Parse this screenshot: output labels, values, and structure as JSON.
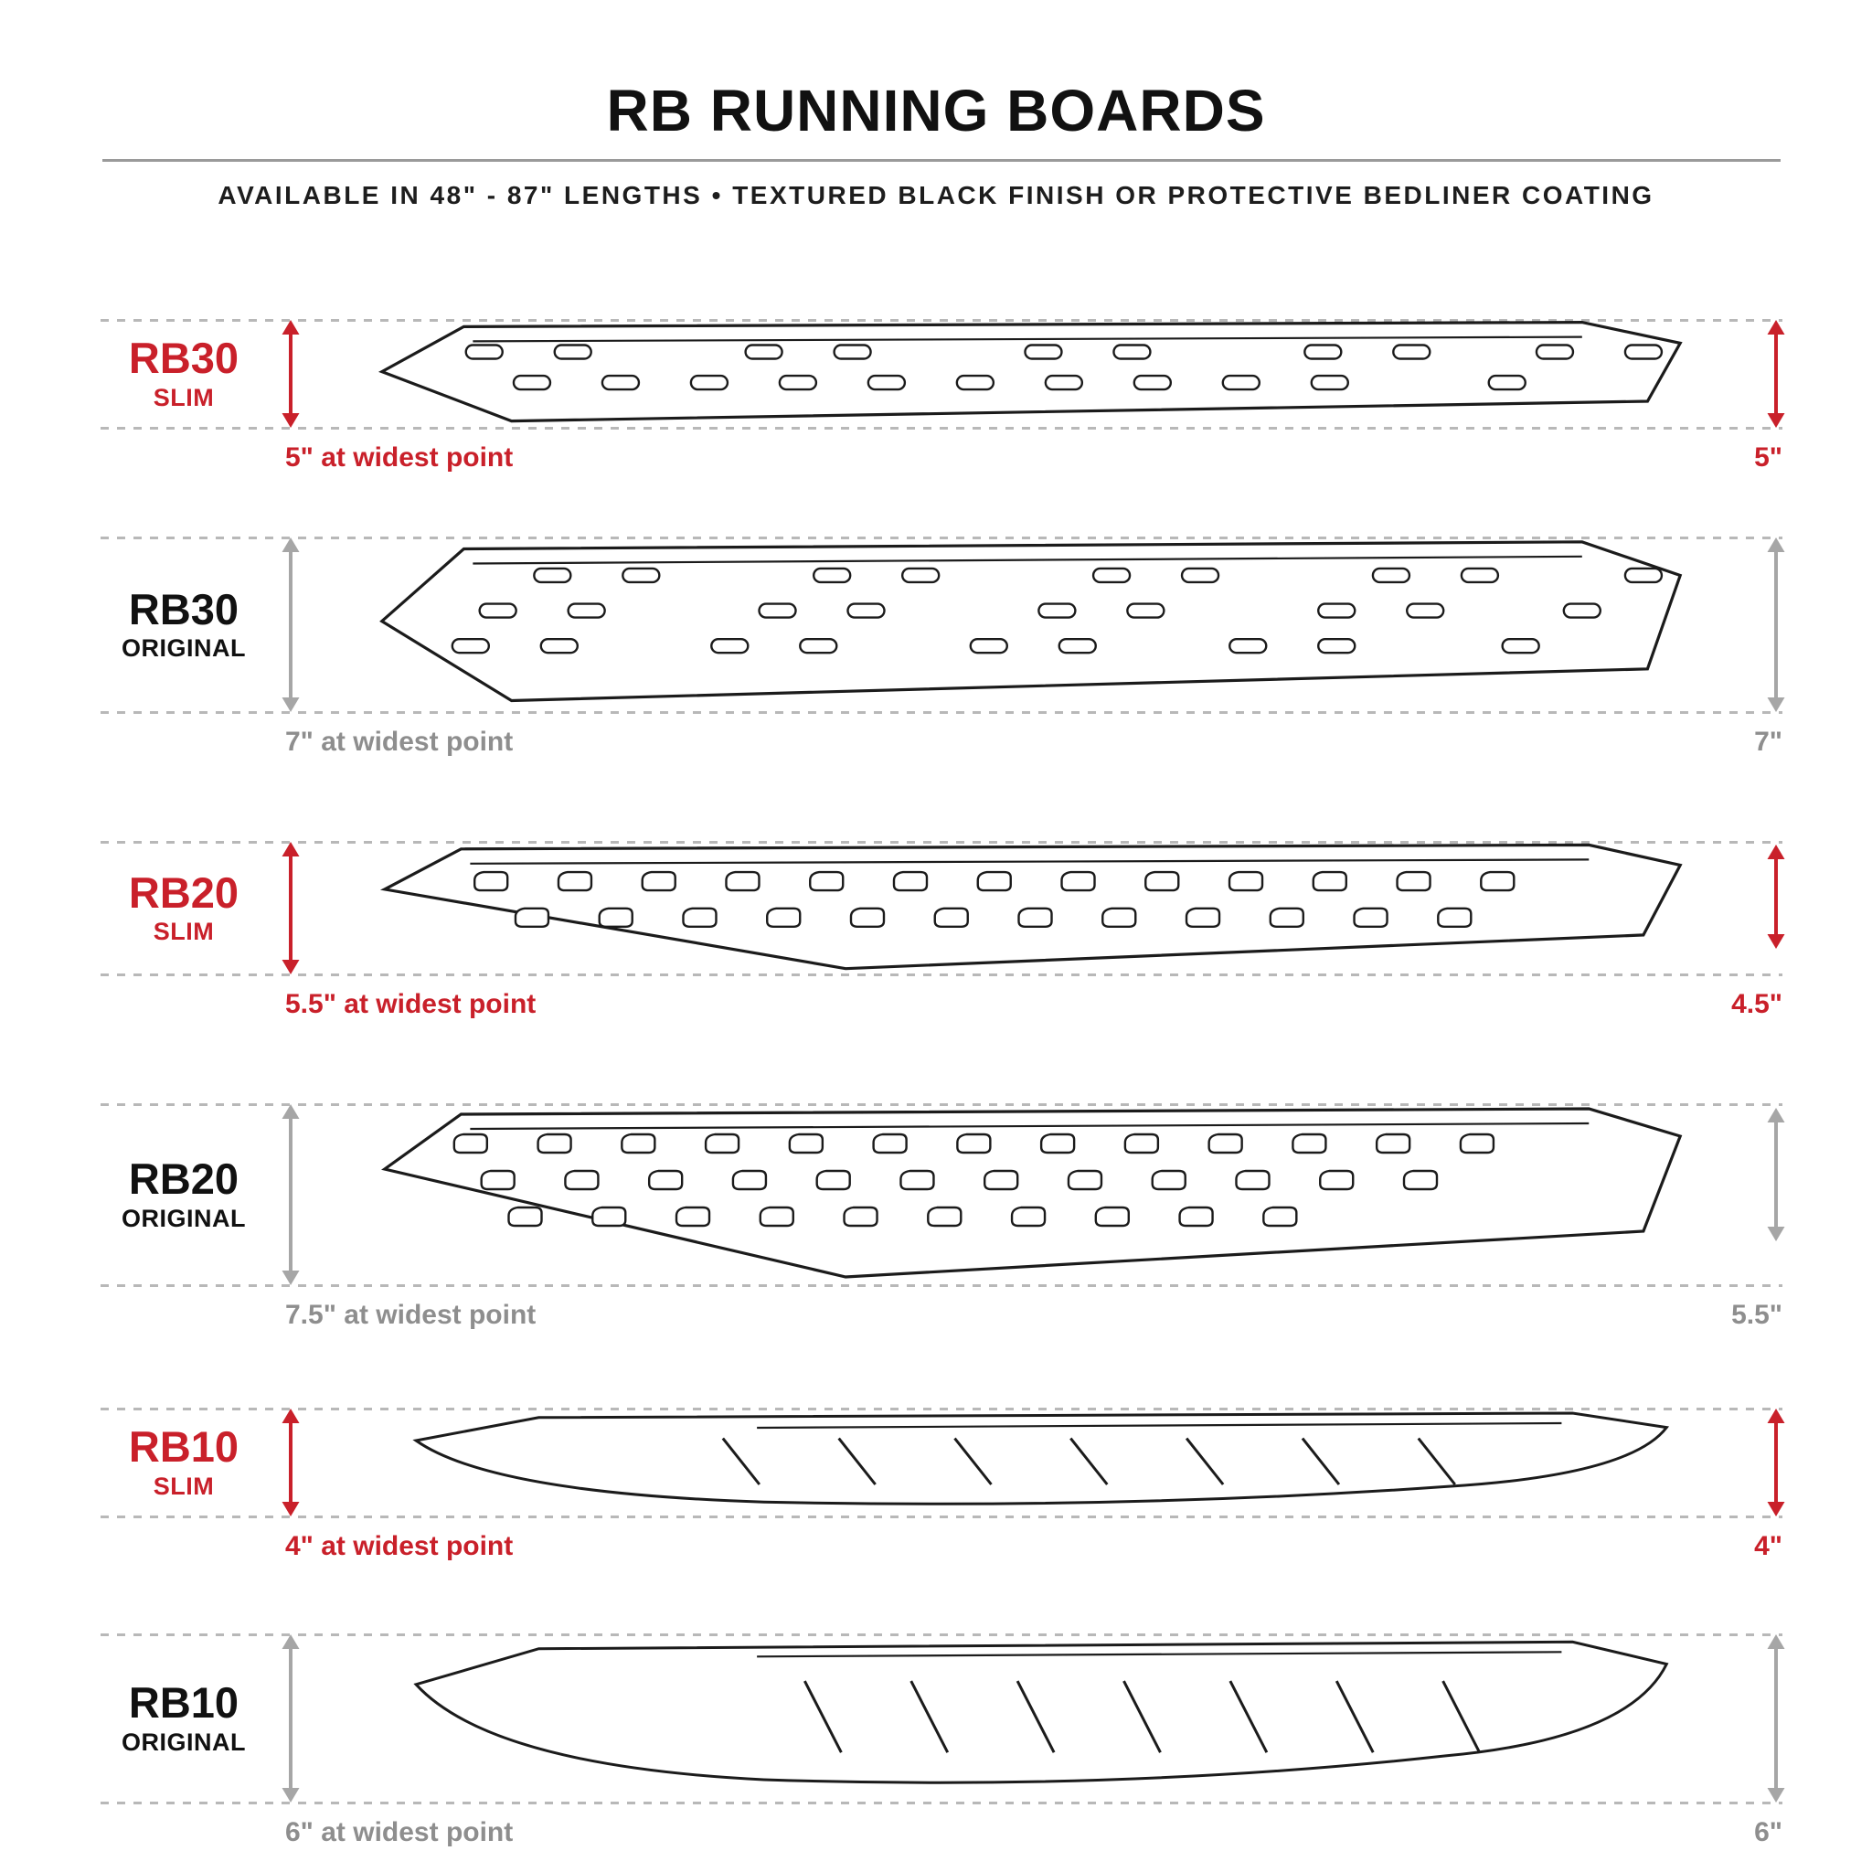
{
  "header": {
    "title": "RB RUNNING BOARDS",
    "subtitle": "AVAILABLE IN 48\" - 87\" LENGTHS   •   TEXTURED BLACK FINISH OR PROTECTIVE BEDLINER COATING"
  },
  "colors": {
    "accent": "#c9202a",
    "arrow_gray": "#a6a6a6",
    "text_gray": "#8e8e8e",
    "ink": "#1b1b1b",
    "dash": "#b8b8b8"
  },
  "rows": [
    {
      "model": "RB30",
      "variant": "SLIM",
      "width_label": "5\" at widest point",
      "height_label": "5\""
    },
    {
      "model": "RB30",
      "variant": "ORIGINAL",
      "width_label": "7\" at widest point",
      "height_label": "7\""
    },
    {
      "model": "RB20",
      "variant": "SLIM",
      "width_label": "5.5\" at widest point",
      "height_label": "4.5\""
    },
    {
      "model": "RB20",
      "variant": "ORIGINAL",
      "width_label": "7.5\" at widest point",
      "height_label": "5.5\""
    },
    {
      "model": "RB10",
      "variant": "SLIM",
      "width_label": "4\" at widest point",
      "height_label": "4\""
    },
    {
      "model": "RB10",
      "variant": "ORIGINAL",
      "width_label": "6\" at widest point",
      "height_label": "6\""
    }
  ]
}
